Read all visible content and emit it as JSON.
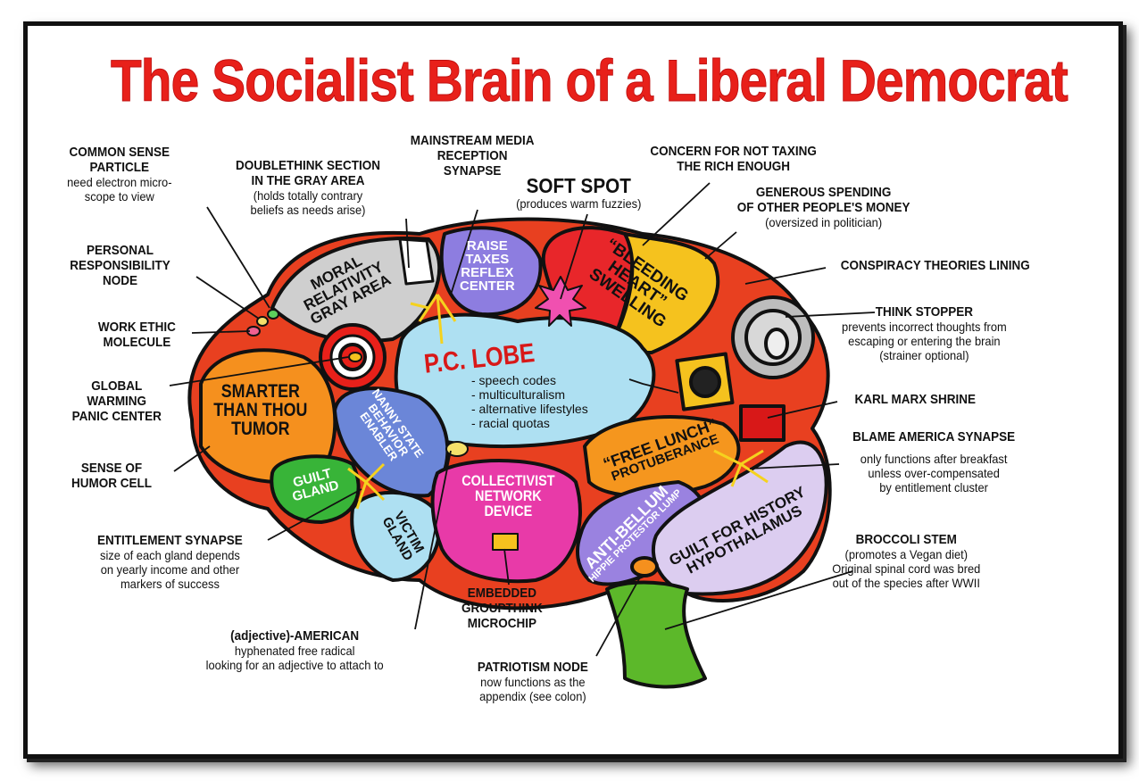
{
  "title": "The Socialist Brain of a Liberal Democrat",
  "colors": {
    "title": "#e8201a",
    "outline": "#111111"
  },
  "regions": {
    "moral_relativity": [
      "MORAL",
      "RELATIVITY",
      "GRAY AREA"
    ],
    "raise_taxes": [
      "RAISE",
      "TAXES",
      "REFLEX",
      "CENTER"
    ],
    "bleeding_heart": [
      "“BLEEDING",
      "HEART”",
      "SWELLING"
    ],
    "pc_lobe": {
      "title": "P.C. LOBE",
      "items": [
        "- speech codes",
        "- multiculturalism",
        "- alternative lifestyles",
        "- racial quotas"
      ]
    },
    "smarter_than_thou": [
      "SMARTER",
      "THAN THOU",
      "TUMOR"
    ],
    "nanny_state": [
      "NANNY STATE",
      "BEHAVIOR",
      "ENABLER"
    ],
    "guilt_gland": [
      "GUILT",
      "GLAND"
    ],
    "victim_gland": [
      "VICTIM",
      "GLAND"
    ],
    "collectivist": [
      "COLLECTIVIST",
      "NETWORK",
      "DEVICE"
    ],
    "free_lunch": [
      "“FREE LUNCH”",
      "PROTUBERANCE"
    ],
    "anti_bellum": [
      "ANTI-BELLUM",
      "HIPPIE PROTESTOR LUMP"
    ],
    "guilt_history": [
      "GUILT FOR HISTORY",
      "HYPOTHALAMUS"
    ]
  },
  "labels": {
    "common_sense": {
      "head": [
        "COMMON SENSE",
        "PARTICLE"
      ],
      "sub": [
        "need electron micro-",
        "scope to view"
      ]
    },
    "doublethink": {
      "head": [
        "DOUBLETHINK SECTION",
        "IN THE GRAY AREA"
      ],
      "sub": [
        "(holds totally contrary",
        "beliefs as needs arise)"
      ]
    },
    "mainstream_media": {
      "head": [
        "MAINSTREAM MEDIA",
        "RECEPTION",
        "SYNAPSE"
      ]
    },
    "soft_spot": {
      "head": [
        "SOFT SPOT"
      ],
      "sub": [
        "(produces warm fuzzies)"
      ]
    },
    "concern_taxing": {
      "head": [
        "CONCERN FOR NOT TAXING",
        "THE RICH ENOUGH"
      ]
    },
    "generous_spending": {
      "head": [
        "GENEROUS SPENDING",
        "OF OTHER PEOPLE'S MONEY"
      ],
      "sub": [
        "(oversized in politician)"
      ]
    },
    "conspiracy": {
      "head": [
        "CONSPIRACY THEORIES LINING"
      ]
    },
    "think_stopper": {
      "head": [
        "THINK STOPPER"
      ],
      "sub": [
        "prevents incorrect thoughts from",
        "escaping or entering the brain",
        "(strainer optional)"
      ]
    },
    "marx_shrine": {
      "head": [
        "KARL MARX SHRINE"
      ]
    },
    "blame_america": {
      "head": [
        "BLAME AMERICA SYNAPSE"
      ],
      "sub": [
        "only functions after breakfast",
        "unless over-compensated",
        "by entitlement cluster"
      ]
    },
    "broccoli": {
      "head": [
        "BROCCOLI STEM"
      ],
      "sub": [
        "(promotes a Vegan diet)",
        "Original spinal cord was bred",
        "out of the species after WWII"
      ]
    },
    "personal_resp": {
      "head": [
        "PERSONAL",
        "RESPONSIBILITY",
        "NODE"
      ]
    },
    "work_ethic": {
      "head": [
        "WORK ETHIC",
        "MOLECULE"
      ]
    },
    "global_warming": {
      "head": [
        "GLOBAL",
        "WARMING",
        "PANIC CENTER"
      ]
    },
    "humor": {
      "head": [
        "SENSE OF",
        "HUMOR CELL"
      ]
    },
    "entitlement": {
      "head": [
        "ENTITLEMENT SYNAPSE"
      ],
      "sub": [
        "size of each gland depends",
        "on yearly income and other",
        "markers of success"
      ]
    },
    "adjective_american": {
      "head": [
        "(adjective)-AMERICAN"
      ],
      "sub": [
        "hyphenated free radical",
        "looking for an adjective to attach to"
      ]
    },
    "groupthink": {
      "head": [
        "EMBEDDED",
        "GROUPTHINK",
        "MICROCHIP"
      ]
    },
    "patriotism": {
      "head": [
        "PATRIOTISM NODE"
      ],
      "sub": [
        "now functions as the",
        "appendix (see colon)"
      ]
    }
  }
}
